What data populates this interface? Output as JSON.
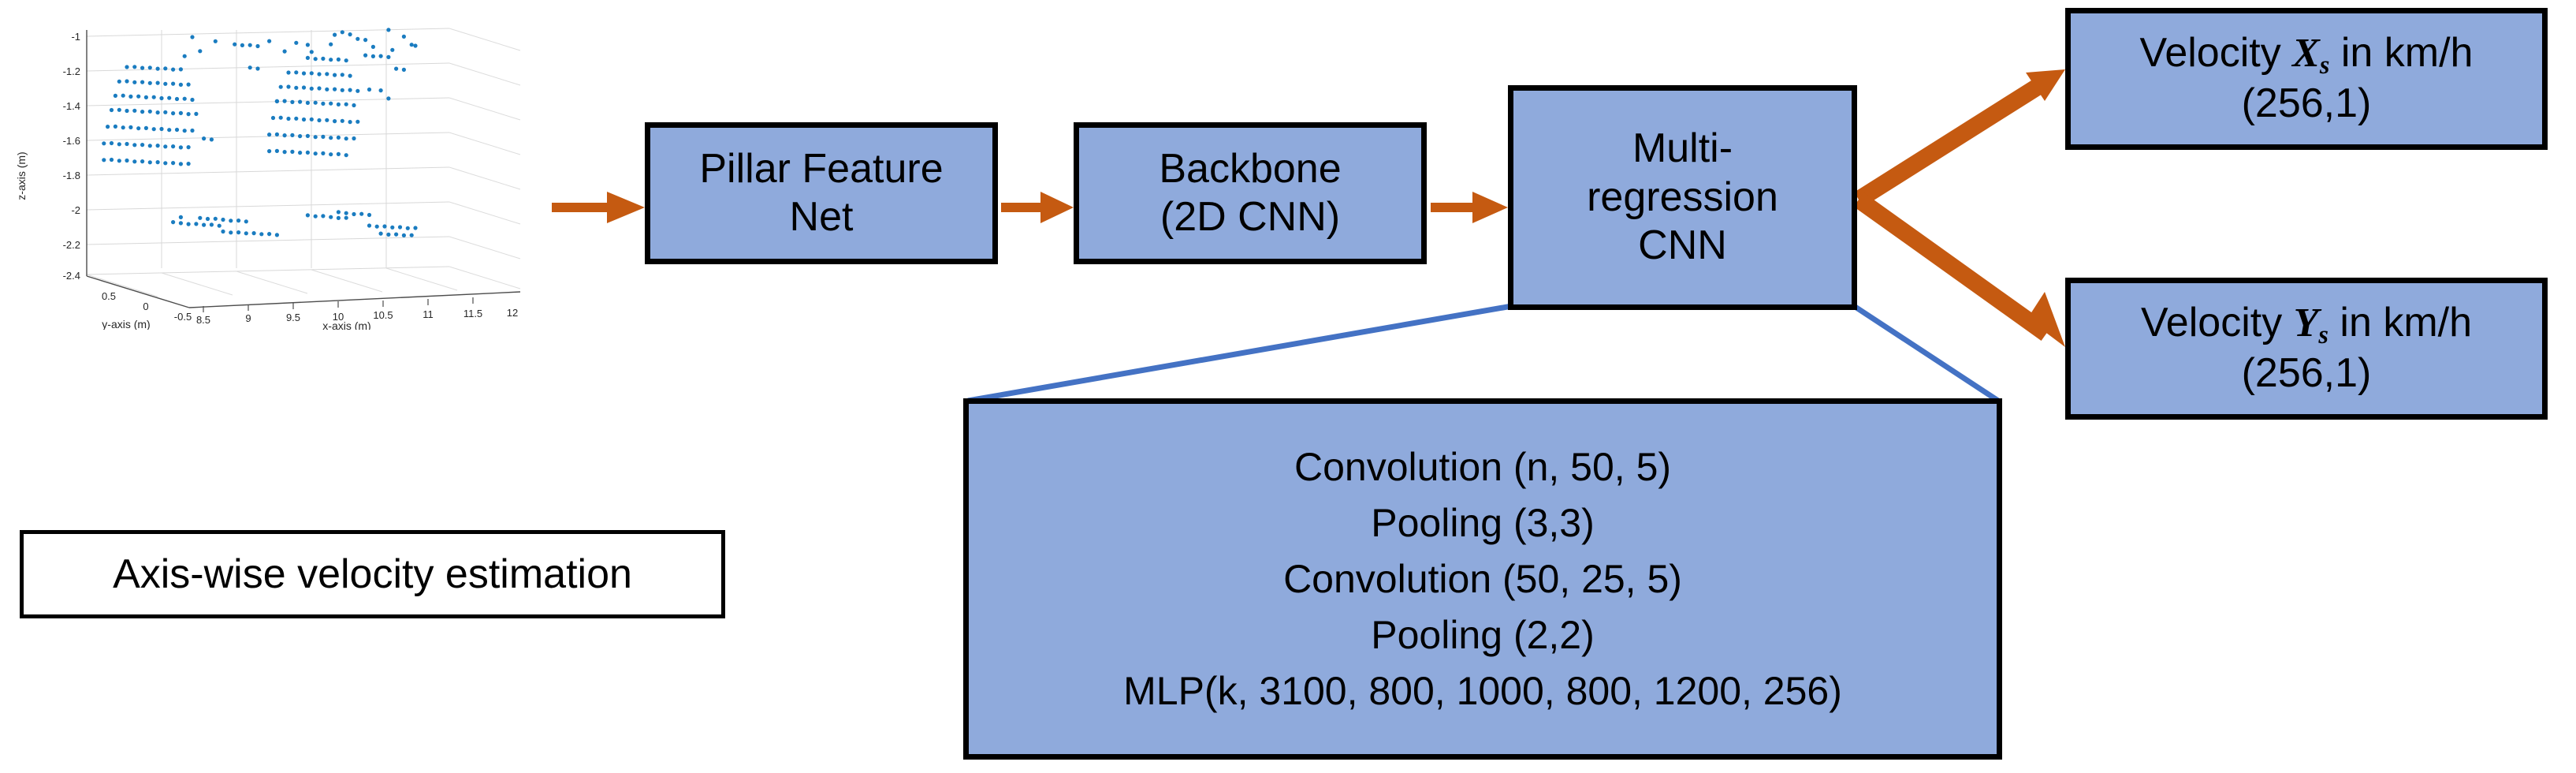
{
  "diagram": {
    "title": "Axis-wise velocity estimation pipeline",
    "accent_orange": "#C55A11",
    "box_fill": "#8FAADC",
    "callout_blue": "#4472C4",
    "border_black": "#000000"
  },
  "caption": {
    "label": "Axis-wise velocity estimation"
  },
  "pipeline": {
    "boxes": [
      {
        "name": "pillar-feature-net",
        "lines": [
          "Pillar Feature",
          "Net"
        ]
      },
      {
        "name": "backbone",
        "lines": [
          "Backbone",
          "(2D CNN)"
        ]
      },
      {
        "name": "multi-regression-cnn",
        "lines": [
          "Multi-",
          "regression",
          "CNN"
        ]
      }
    ]
  },
  "outputs": [
    {
      "name": "velocity-x",
      "prefix": "Velocity ",
      "symbol": "X",
      "subscript": "s",
      "suffix": " in km/h",
      "shape": "(256,1)"
    },
    {
      "name": "velocity-y",
      "prefix": "Velocity ",
      "symbol": "Y",
      "subscript": "s",
      "suffix": " in km/h",
      "shape": "(256,1)"
    }
  ],
  "detail": {
    "lines": [
      "Convolution (n, 50, 5)",
      "Pooling (3,3)",
      "Convolution (50, 25, 5)",
      "Pooling (2,2)",
      "MLP(k, 3100, 800, 1000, 800, 1200, 256)"
    ]
  },
  "chart_data": {
    "type": "scatter",
    "projection": "3d",
    "title": "",
    "xlabel": "x-axis (m)",
    "ylabel": "y-axis (m)",
    "zlabel": "z-axis (m)",
    "xticks": [
      "8.5",
      "9",
      "9.5",
      "10",
      "10.5",
      "11",
      "11.5",
      "12"
    ],
    "yticks": [
      "0.5",
      "0",
      "-0.5"
    ],
    "zticks": [
      "-1",
      "-1.2",
      "-1.4",
      "-1.6",
      "-1.8",
      "-2",
      "-2.2",
      "-2.4"
    ],
    "xlim": [
      8.5,
      12
    ],
    "ylim": [
      -0.5,
      0.5
    ],
    "zlim": [
      -2.4,
      -1.0
    ],
    "grid": true,
    "legend": null,
    "marker_color": "#1A7CC0",
    "description": "LiDAR point cloud of two vehicles, dense horizontal scan lines",
    "series": [
      {
        "name": "lidar-points",
        "points_xz": [
          [
            0.08,
            0.86
          ],
          [
            0.1,
            0.86
          ],
          [
            0.12,
            0.855
          ],
          [
            0.14,
            0.855
          ],
          [
            0.16,
            0.85
          ],
          [
            0.18,
            0.85
          ],
          [
            0.2,
            0.845
          ],
          [
            0.22,
            0.845
          ],
          [
            0.06,
            0.8
          ],
          [
            0.08,
            0.8
          ],
          [
            0.1,
            0.795
          ],
          [
            0.12,
            0.795
          ],
          [
            0.14,
            0.79
          ],
          [
            0.16,
            0.79
          ],
          [
            0.18,
            0.785
          ],
          [
            0.2,
            0.785
          ],
          [
            0.22,
            0.78
          ],
          [
            0.24,
            0.78
          ],
          [
            0.05,
            0.74
          ],
          [
            0.07,
            0.74
          ],
          [
            0.09,
            0.735
          ],
          [
            0.11,
            0.735
          ],
          [
            0.13,
            0.73
          ],
          [
            0.15,
            0.73
          ],
          [
            0.17,
            0.725
          ],
          [
            0.19,
            0.725
          ],
          [
            0.21,
            0.72
          ],
          [
            0.23,
            0.72
          ],
          [
            0.25,
            0.715
          ],
          [
            0.04,
            0.68
          ],
          [
            0.06,
            0.68
          ],
          [
            0.08,
            0.675
          ],
          [
            0.1,
            0.675
          ],
          [
            0.12,
            0.67
          ],
          [
            0.14,
            0.67
          ],
          [
            0.16,
            0.665
          ],
          [
            0.18,
            0.665
          ],
          [
            0.2,
            0.66
          ],
          [
            0.22,
            0.66
          ],
          [
            0.24,
            0.655
          ],
          [
            0.26,
            0.655
          ],
          [
            0.03,
            0.61
          ],
          [
            0.05,
            0.61
          ],
          [
            0.07,
            0.605
          ],
          [
            0.09,
            0.605
          ],
          [
            0.11,
            0.6
          ],
          [
            0.13,
            0.6
          ],
          [
            0.15,
            0.595
          ],
          [
            0.17,
            0.595
          ],
          [
            0.19,
            0.59
          ],
          [
            0.21,
            0.59
          ],
          [
            0.23,
            0.585
          ],
          [
            0.25,
            0.585
          ],
          [
            0.02,
            0.54
          ],
          [
            0.04,
            0.54
          ],
          [
            0.06,
            0.535
          ],
          [
            0.08,
            0.535
          ],
          [
            0.1,
            0.53
          ],
          [
            0.12,
            0.53
          ],
          [
            0.14,
            0.525
          ],
          [
            0.16,
            0.525
          ],
          [
            0.18,
            0.52
          ],
          [
            0.2,
            0.52
          ],
          [
            0.22,
            0.515
          ],
          [
            0.24,
            0.515
          ],
          [
            0.02,
            0.47
          ],
          [
            0.04,
            0.47
          ],
          [
            0.06,
            0.465
          ],
          [
            0.08,
            0.465
          ],
          [
            0.1,
            0.46
          ],
          [
            0.12,
            0.46
          ],
          [
            0.14,
            0.455
          ],
          [
            0.16,
            0.455
          ],
          [
            0.18,
            0.45
          ],
          [
            0.2,
            0.45
          ],
          [
            0.22,
            0.445
          ],
          [
            0.24,
            0.445
          ],
          [
            0.55,
            0.88
          ],
          [
            0.57,
            0.875
          ],
          [
            0.59,
            0.875
          ],
          [
            0.61,
            0.87
          ],
          [
            0.63,
            0.87
          ],
          [
            0.65,
            0.865
          ],
          [
            0.5,
            0.82
          ],
          [
            0.52,
            0.82
          ],
          [
            0.54,
            0.815
          ],
          [
            0.56,
            0.815
          ],
          [
            0.58,
            0.81
          ],
          [
            0.6,
            0.81
          ],
          [
            0.62,
            0.805
          ],
          [
            0.64,
            0.805
          ],
          [
            0.66,
            0.8
          ],
          [
            0.48,
            0.76
          ],
          [
            0.5,
            0.76
          ],
          [
            0.52,
            0.755
          ],
          [
            0.54,
            0.755
          ],
          [
            0.56,
            0.75
          ],
          [
            0.58,
            0.75
          ],
          [
            0.6,
            0.745
          ],
          [
            0.62,
            0.745
          ],
          [
            0.64,
            0.74
          ],
          [
            0.66,
            0.74
          ],
          [
            0.68,
            0.735
          ],
          [
            0.47,
            0.7
          ],
          [
            0.49,
            0.7
          ],
          [
            0.51,
            0.695
          ],
          [
            0.53,
            0.695
          ],
          [
            0.55,
            0.69
          ],
          [
            0.57,
            0.69
          ],
          [
            0.59,
            0.685
          ],
          [
            0.61,
            0.685
          ],
          [
            0.63,
            0.68
          ],
          [
            0.65,
            0.68
          ],
          [
            0.67,
            0.675
          ],
          [
            0.46,
            0.63
          ],
          [
            0.48,
            0.63
          ],
          [
            0.5,
            0.625
          ],
          [
            0.52,
            0.625
          ],
          [
            0.54,
            0.62
          ],
          [
            0.56,
            0.62
          ],
          [
            0.58,
            0.615
          ],
          [
            0.6,
            0.615
          ],
          [
            0.62,
            0.61
          ],
          [
            0.64,
            0.61
          ],
          [
            0.66,
            0.605
          ],
          [
            0.68,
            0.605
          ],
          [
            0.45,
            0.56
          ],
          [
            0.47,
            0.56
          ],
          [
            0.49,
            0.555
          ],
          [
            0.51,
            0.555
          ],
          [
            0.53,
            0.55
          ],
          [
            0.55,
            0.55
          ],
          [
            0.57,
            0.545
          ],
          [
            0.59,
            0.545
          ],
          [
            0.61,
            0.54
          ],
          [
            0.63,
            0.54
          ],
          [
            0.65,
            0.535
          ],
          [
            0.67,
            0.535
          ],
          [
            0.45,
            0.49
          ],
          [
            0.47,
            0.49
          ],
          [
            0.49,
            0.485
          ],
          [
            0.51,
            0.485
          ],
          [
            0.53,
            0.48
          ],
          [
            0.55,
            0.48
          ],
          [
            0.57,
            0.475
          ],
          [
            0.59,
            0.475
          ],
          [
            0.61,
            0.47
          ],
          [
            0.63,
            0.47
          ],
          [
            0.65,
            0.465
          ],
          [
            0.2,
            0.2
          ],
          [
            0.22,
            0.195
          ],
          [
            0.24,
            0.19
          ],
          [
            0.26,
            0.19
          ],
          [
            0.28,
            0.185
          ],
          [
            0.3,
            0.185
          ],
          [
            0.32,
            0.18
          ],
          [
            0.27,
            0.215
          ],
          [
            0.29,
            0.21
          ],
          [
            0.31,
            0.21
          ],
          [
            0.33,
            0.205
          ],
          [
            0.35,
            0.2
          ],
          [
            0.37,
            0.2
          ],
          [
            0.39,
            0.195
          ],
          [
            0.33,
            0.155
          ],
          [
            0.35,
            0.15
          ],
          [
            0.37,
            0.15
          ],
          [
            0.39,
            0.145
          ],
          [
            0.41,
            0.145
          ],
          [
            0.43,
            0.14
          ],
          [
            0.45,
            0.14
          ],
          [
            0.47,
            0.135
          ],
          [
            0.55,
            0.215
          ],
          [
            0.57,
            0.21
          ],
          [
            0.59,
            0.21
          ],
          [
            0.61,
            0.205
          ],
          [
            0.63,
            0.2
          ],
          [
            0.65,
            0.2
          ],
          [
            0.63,
            0.225
          ],
          [
            0.65,
            0.22
          ],
          [
            0.67,
            0.215
          ],
          [
            0.69,
            0.215
          ],
          [
            0.71,
            0.21
          ],
          [
            0.71,
            0.165
          ],
          [
            0.73,
            0.16
          ],
          [
            0.75,
            0.16
          ],
          [
            0.77,
            0.155
          ],
          [
            0.79,
            0.155
          ],
          [
            0.81,
            0.15
          ],
          [
            0.83,
            0.15
          ],
          [
            0.74,
            0.13
          ],
          [
            0.76,
            0.125
          ],
          [
            0.78,
            0.125
          ],
          [
            0.8,
            0.12
          ],
          [
            0.82,
            0.12
          ],
          [
            0.25,
            0.98
          ],
          [
            0.31,
            0.96
          ],
          [
            0.27,
            0.92
          ],
          [
            0.23,
            0.9
          ],
          [
            0.36,
            0.945
          ],
          [
            0.38,
            0.94
          ],
          [
            0.4,
            0.94
          ],
          [
            0.42,
            0.935
          ],
          [
            0.45,
            0.955
          ],
          [
            0.52,
            0.945
          ],
          [
            0.55,
            0.935
          ],
          [
            0.49,
            0.91
          ],
          [
            0.56,
            0.905
          ],
          [
            0.62,
            0.975
          ],
          [
            0.64,
            0.985
          ],
          [
            0.66,
            0.975
          ],
          [
            0.68,
            0.955
          ],
          [
            0.7,
            0.95
          ],
          [
            0.61,
            0.935
          ],
          [
            0.72,
            0.92
          ],
          [
            0.76,
            0.99
          ],
          [
            0.8,
            0.96
          ],
          [
            0.82,
            0.925
          ],
          [
            0.83,
            0.92
          ],
          [
            0.7,
            0.885
          ],
          [
            0.72,
            0.88
          ],
          [
            0.74,
            0.88
          ],
          [
            0.76,
            0.875
          ],
          [
            0.77,
            0.905
          ],
          [
            0.71,
            0.74
          ],
          [
            0.74,
            0.735
          ],
          [
            0.76,
            0.7
          ],
          [
            0.4,
            0.845
          ],
          [
            0.42,
            0.84
          ],
          [
            0.28,
            0.55
          ],
          [
            0.3,
            0.545
          ],
          [
            0.22,
            0.22
          ],
          [
            0.47,
            0.7
          ],
          [
            0.78,
            0.825
          ],
          [
            0.8,
            0.82
          ]
        ]
      }
    ]
  }
}
